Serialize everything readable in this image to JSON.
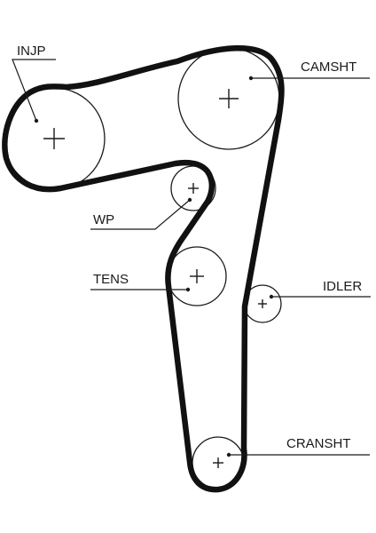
{
  "labels": {
    "injp": "INJP",
    "camsht": "CAMSHT",
    "wp": "WP",
    "tens": "TENS",
    "idler": "IDLER",
    "cransht": "CRANSHT"
  }
}
